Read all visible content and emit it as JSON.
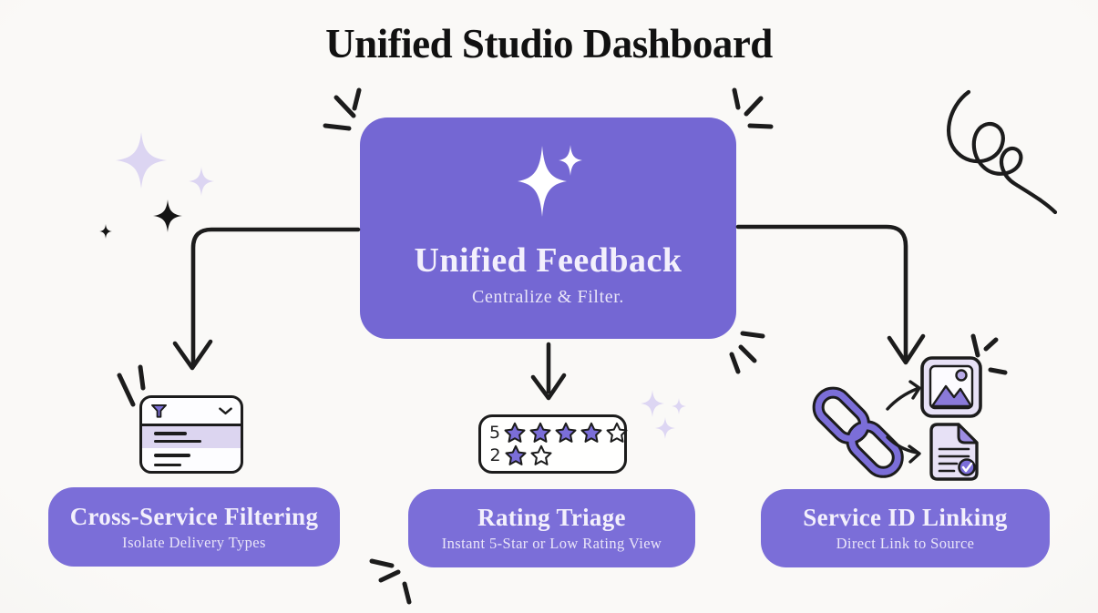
{
  "title": "Unified Studio Dashboard",
  "center_node": {
    "title": "Unified Feedback",
    "subtitle": "Centralize & Filter.",
    "icon": "sparkle-icon"
  },
  "nodes": [
    {
      "title": "Cross-Service Filtering",
      "subtitle": "Isolate Delivery Types",
      "icon": "filter-panel-icon"
    },
    {
      "title": "Rating Triage",
      "subtitle": "Instant 5-Star or Low Rating View",
      "icon": "star-rating-icon"
    },
    {
      "title": "Service ID Linking",
      "subtitle": "Direct Link to Source",
      "icon": "link-chain-icon"
    }
  ],
  "rating_widget": {
    "rows": [
      {
        "score": "5",
        "filled_stars": 4,
        "empty_stars": 1
      },
      {
        "score": "2",
        "filled_stars": 1,
        "empty_stars": 1
      }
    ]
  },
  "decorations": [
    "sparkle-doodles",
    "dash-accents",
    "loop-squiggle-icon",
    "image-thumbnail-icon",
    "document-check-icon",
    "chain-link-icon"
  ],
  "colors": {
    "bg": "#f7f5f2",
    "purple": "#7467d3",
    "purple2": "#7b6ed8",
    "lavender": "#dcd5f0",
    "lavfill": "#e7e1f6",
    "ink": "#1c1c1c",
    "textlight": "#f3f0fc"
  }
}
